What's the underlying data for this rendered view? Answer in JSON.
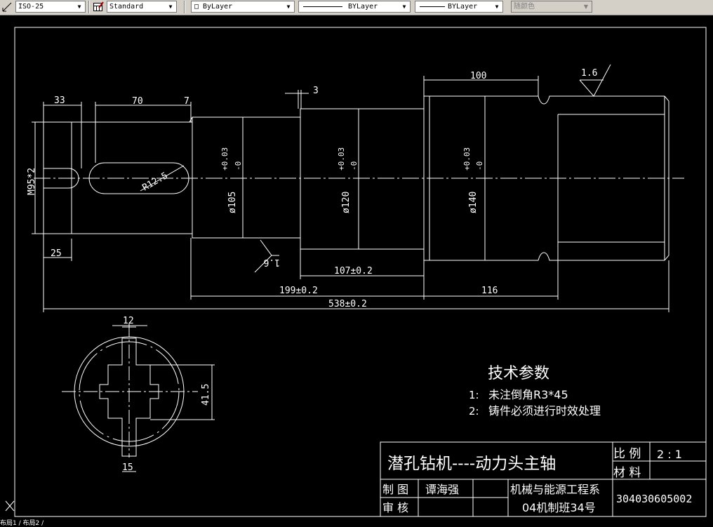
{
  "toolbar": {
    "dimstyle": {
      "value": "ISO-25",
      "icon": "dimension-style-icon"
    },
    "tablestyle": {
      "value": "Standard",
      "icon": "table-style-icon"
    },
    "layer": {
      "value": "ByLayer"
    },
    "linetype": {
      "value": "BYLayer"
    },
    "lineweight": {
      "value": "BYLayer"
    },
    "color": {
      "value": "随颜色"
    }
  },
  "drawing": {
    "dims": {
      "d33": "33",
      "d70": "70",
      "d7": "7",
      "d3": "3",
      "d100": "100",
      "rough1": "1.6",
      "rough2": "1.6",
      "thread": "M95*2",
      "d25": "25",
      "r12": "R12.5",
      "dia105": "ø105",
      "dia120": "ø120",
      "dia140": "ø140",
      "tol_plus": "+0.03",
      "tol_minus": "-0",
      "d107": "107±0.2",
      "d199": "199±0.2",
      "d116": "116",
      "d538": "538±0.2",
      "d12": "12",
      "d41": "41.5",
      "d15": "15"
    },
    "tech": {
      "title": "技术参数",
      "note1_num": "1:",
      "note1_text": "未注倒角R3*45",
      "note2_num": "2:",
      "note2_text": "铸件必须进行时效处理"
    },
    "title_block": {
      "part_name": "潜孔钻机----动力头主轴",
      "scale_label": "比 例",
      "scale_value": "2 : 1",
      "material_label": "材 料",
      "drawn_label": "制 图",
      "drawn_name": "谭海强",
      "review_label": "审 核",
      "dept": "机械与能源工程系",
      "class": "04机制班34号",
      "student_no": "304030605002"
    }
  },
  "status": {
    "text": "布局1 / 布局2 /"
  },
  "colors": {
    "background": "#000000",
    "lines": "#ffffff",
    "toolbar": "#d4d0c8"
  }
}
